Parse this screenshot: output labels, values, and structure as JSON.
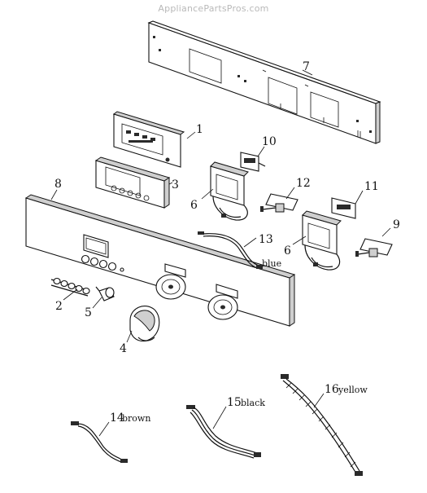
{
  "watermark": "AppliancePartsPros.com",
  "callouts": [
    {
      "id": "callout-1",
      "text": "1"
    },
    {
      "id": "callout-2",
      "text": "2"
    },
    {
      "id": "callout-3",
      "text": "3"
    },
    {
      "id": "callout-4",
      "text": "4"
    },
    {
      "id": "callout-5",
      "text": "5"
    },
    {
      "id": "callout-6a",
      "text": "6"
    },
    {
      "id": "callout-6b",
      "text": "6"
    },
    {
      "id": "callout-7",
      "text": "7"
    },
    {
      "id": "callout-8",
      "text": "8"
    },
    {
      "id": "callout-9",
      "text": "9"
    },
    {
      "id": "callout-10",
      "text": "10"
    },
    {
      "id": "callout-11",
      "text": "11"
    },
    {
      "id": "callout-12",
      "text": "12"
    },
    {
      "id": "callout-13",
      "text": "13"
    },
    {
      "id": "callout-14",
      "text": "14"
    },
    {
      "id": "callout-15",
      "text": "15"
    },
    {
      "id": "callout-16",
      "text": "16"
    }
  ],
  "wire_labels": {
    "blue": "blue",
    "brown": "brown",
    "black": "black",
    "yellow": "yellow"
  }
}
